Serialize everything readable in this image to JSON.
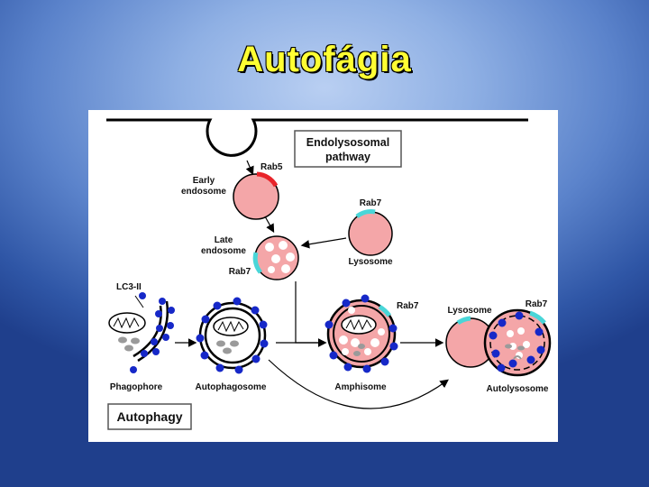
{
  "title": "Autofágia",
  "diagram": {
    "pathway_box": {
      "line1": "Endolysosomal",
      "line2": "pathway"
    },
    "autophagy_box": "Autophagy",
    "labels": {
      "rab5": "Rab5",
      "early_line1": "Early",
      "early_line2": "endosome",
      "rab7_lysosome": "Rab7",
      "lysosome_top": "Lysosome",
      "late_line1": "Late",
      "late_line2": "endosome",
      "rab7_late": "Rab7",
      "lc3": "LC3-II",
      "rab7_amphisome": "Rab7",
      "lysosome_right": "Lysosome",
      "rab7_autolysosome": "Rab7",
      "phagophore": "Phagophore",
      "autophagosome": "Autophagosome",
      "amphisome": "Amphisome",
      "autolysosome": "Autolysosome"
    },
    "colors": {
      "vesicle_fill": "#f4a6a8",
      "rab5": "#e8242a",
      "rab7": "#49d6d8",
      "lc3_dot": "#1628c8",
      "membrane": "#000000",
      "cargo_grey": "#9a9a9a"
    }
  }
}
